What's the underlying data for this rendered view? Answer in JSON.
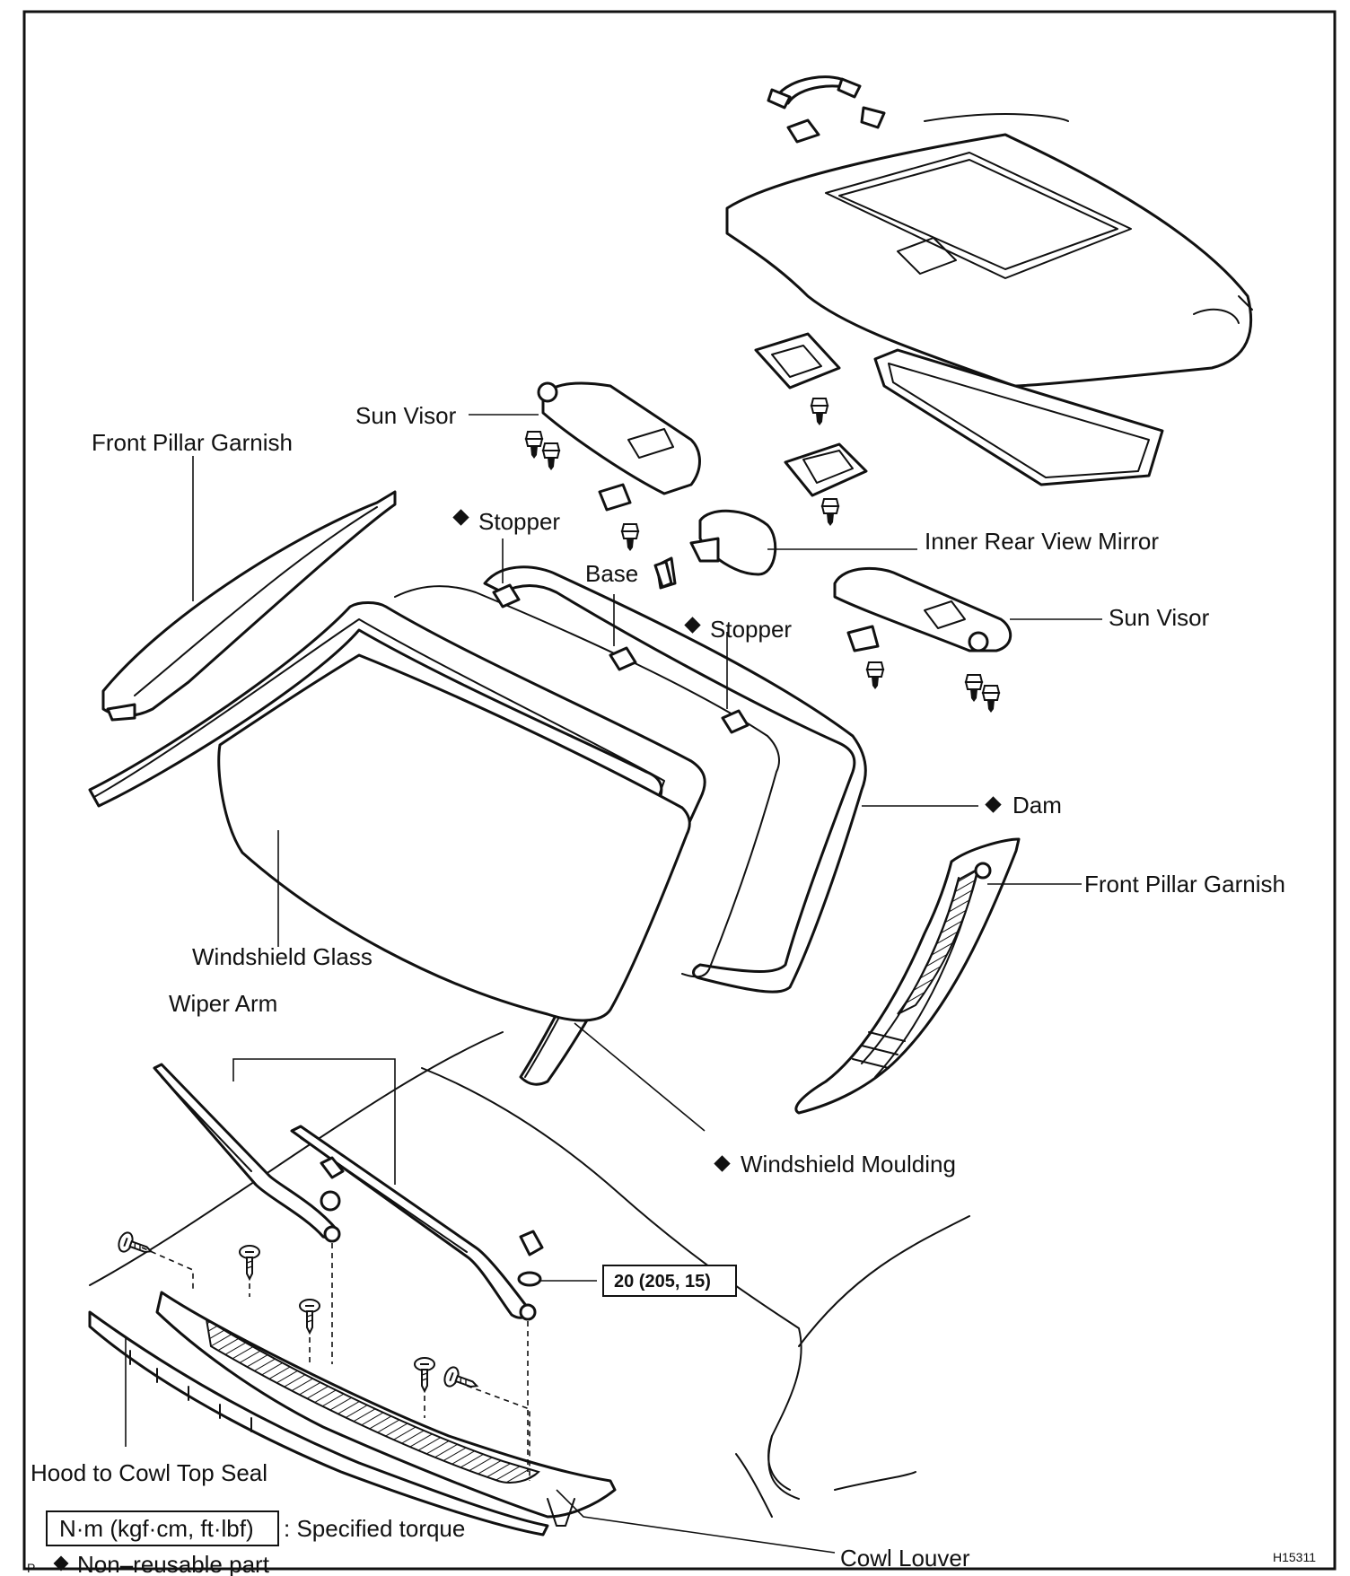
{
  "labels": {
    "sun_visor_upper": "Sun Visor",
    "front_pillar_garnish_left": "Front Pillar Garnish",
    "stopper_upper": "Stopper",
    "base": "Base",
    "inner_rear_view_mirror": "Inner Rear View Mirror",
    "sun_visor_right": "Sun Visor",
    "stopper_lower": "Stopper",
    "dam": "Dam",
    "front_pillar_garnish_right": "Front Pillar Garnish",
    "windshield_glass": "Windshield Glass",
    "wiper_arm": "Wiper Arm",
    "windshield_moulding": "Windshield Moulding",
    "hood_to_cowl_top_seal": "Hood to Cowl Top Seal",
    "cowl_louver": "Cowl Louver"
  },
  "torque": "20 (205, 15)",
  "legend": {
    "torque_unit": "N·m (kgf·cm, ft·lbf)",
    "torque_desc": ": Specified torque",
    "non_reusable": "Non–reusable part",
    "page_letter": "P"
  },
  "figure_code": "H15311",
  "colors": {
    "line": "#111111",
    "background": "#ffffff"
  }
}
